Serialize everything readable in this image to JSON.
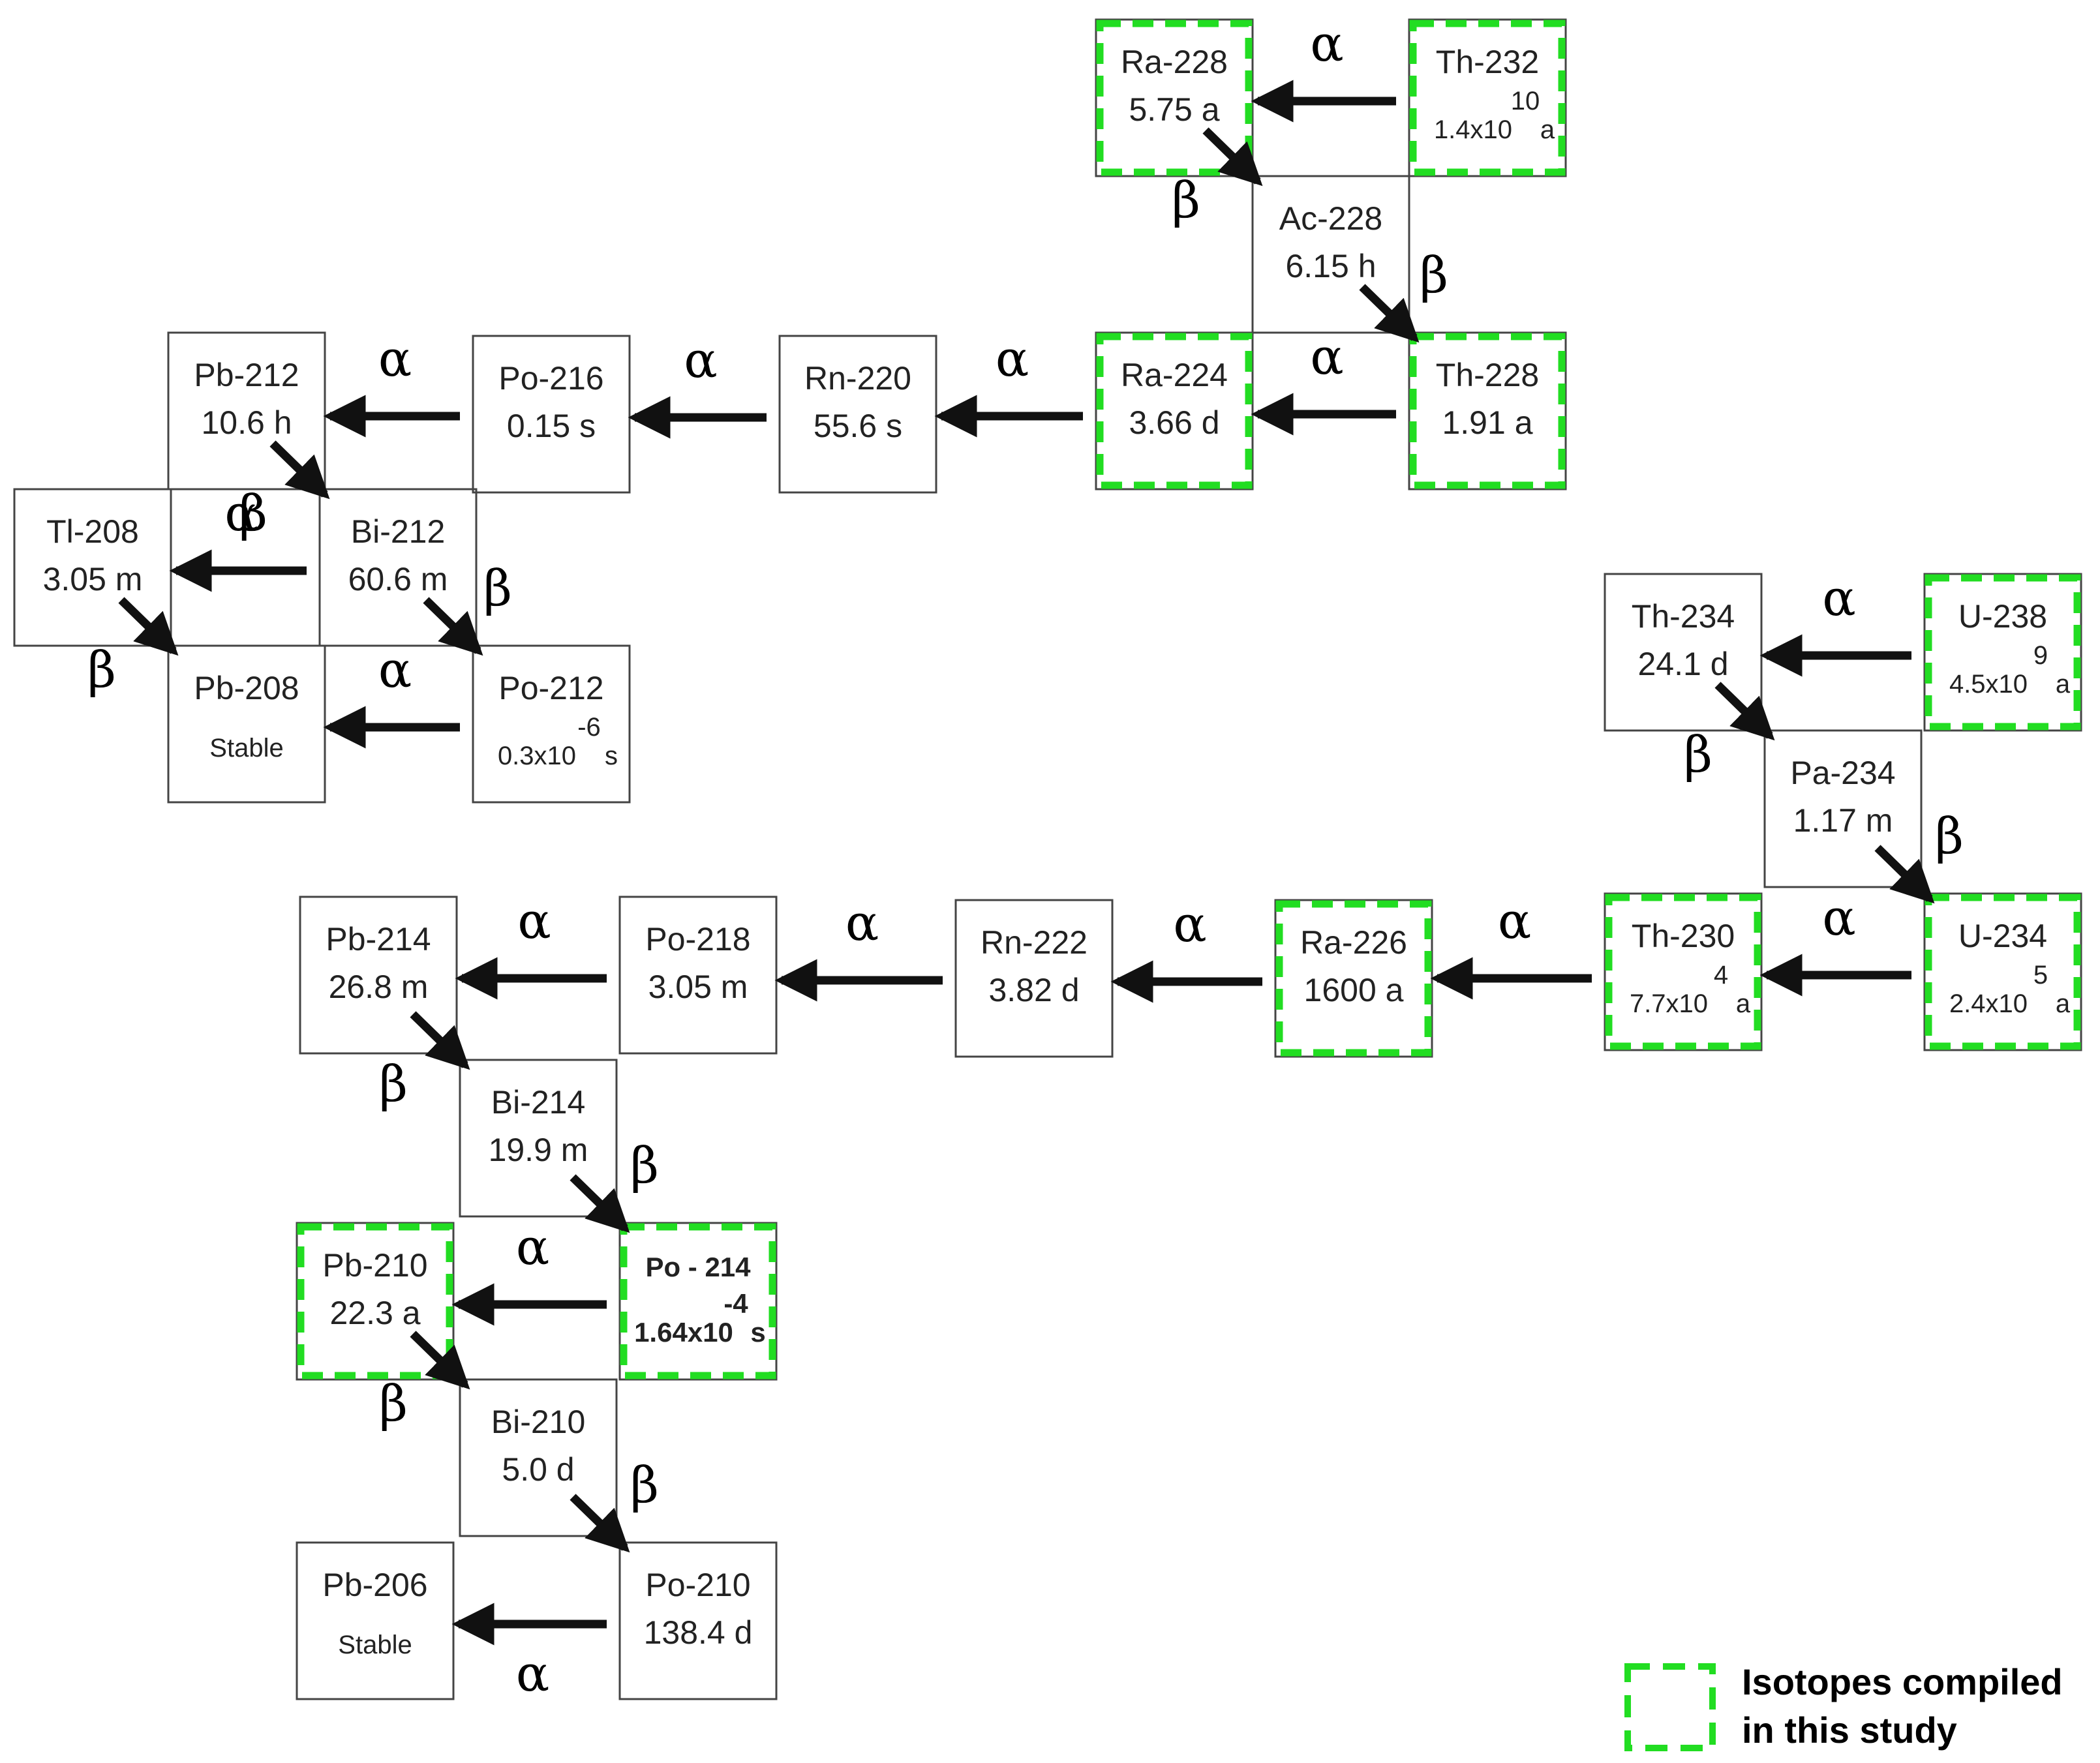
{
  "symbols": {
    "alpha": "α",
    "beta": "β"
  },
  "colors": {
    "compiled_border": "#22dd22",
    "box_border": "#444444",
    "arrow": "#111111"
  },
  "legend": {
    "line1": "Isotopes compiled",
    "line2": "in this study"
  },
  "thorium_series": {
    "isotopes": [
      {
        "id": "Th-232",
        "name": "Th-232",
        "half_life": "1.4x10",
        "exponent": "10",
        "unit": "a",
        "compiled": true
      },
      {
        "id": "Ra-228",
        "name": "Ra-228",
        "half_life": "5.75 a",
        "compiled": true
      },
      {
        "id": "Ac-228",
        "name": "Ac-228",
        "half_life": "6.15 h",
        "compiled": false
      },
      {
        "id": "Th-228",
        "name": "Th-228",
        "half_life": "1.91 a",
        "compiled": true
      },
      {
        "id": "Ra-224",
        "name": "Ra-224",
        "half_life": "3.66 d",
        "compiled": true
      },
      {
        "id": "Rn-220",
        "name": "Rn-220",
        "half_life": "55.6 s",
        "compiled": false
      },
      {
        "id": "Po-216",
        "name": "Po-216",
        "half_life": "0.15 s",
        "compiled": false
      },
      {
        "id": "Pb-212",
        "name": "Pb-212",
        "half_life": "10.6 h",
        "compiled": false
      },
      {
        "id": "Bi-212",
        "name": "Bi-212",
        "half_life": "60.6 m",
        "compiled": false
      },
      {
        "id": "Tl-208",
        "name": "Tl-208",
        "half_life": "3.05 m",
        "compiled": false
      },
      {
        "id": "Po-212",
        "name": "Po-212",
        "half_life": "0.3x10",
        "exponent": "-6",
        "unit": "s",
        "compiled": false
      },
      {
        "id": "Pb-208",
        "name": "Pb-208",
        "half_life": "Stable",
        "compiled": false
      }
    ],
    "decays": [
      {
        "from": "Th-232",
        "to": "Ra-228",
        "mode": "α"
      },
      {
        "from": "Ra-228",
        "to": "Ac-228",
        "mode": "β"
      },
      {
        "from": "Ac-228",
        "to": "Th-228",
        "mode": "β"
      },
      {
        "from": "Th-228",
        "to": "Ra-224",
        "mode": "α"
      },
      {
        "from": "Ra-224",
        "to": "Rn-220",
        "mode": "α"
      },
      {
        "from": "Rn-220",
        "to": "Po-216",
        "mode": "α"
      },
      {
        "from": "Po-216",
        "to": "Pb-212",
        "mode": "α"
      },
      {
        "from": "Pb-212",
        "to": "Bi-212",
        "mode": "β"
      },
      {
        "from": "Bi-212",
        "to": "Tl-208",
        "mode": "α"
      },
      {
        "from": "Bi-212",
        "to": "Po-212",
        "mode": "β"
      },
      {
        "from": "Tl-208",
        "to": "Pb-208",
        "mode": "β"
      },
      {
        "from": "Po-212",
        "to": "Pb-208",
        "mode": "α"
      }
    ]
  },
  "uranium_series": {
    "isotopes": [
      {
        "id": "U-238",
        "name": "U-238",
        "half_life": "4.5x10",
        "exponent": "9",
        "unit": "a",
        "compiled": true
      },
      {
        "id": "Th-234",
        "name": "Th-234",
        "half_life": "24.1 d",
        "compiled": false
      },
      {
        "id": "Pa-234",
        "name": "Pa-234",
        "half_life": "1.17 m",
        "compiled": false
      },
      {
        "id": "U-234",
        "name": "U-234",
        "half_life": "2.4x10",
        "exponent": "5",
        "unit": "a",
        "compiled": true
      },
      {
        "id": "Th-230",
        "name": "Th-230",
        "half_life": "7.7x10",
        "exponent": "4",
        "unit": "a",
        "compiled": true
      },
      {
        "id": "Ra-226",
        "name": "Ra-226",
        "half_life": "1600 a",
        "compiled": true
      },
      {
        "id": "Rn-222",
        "name": "Rn-222",
        "half_life": "3.82 d",
        "compiled": false
      },
      {
        "id": "Po-218",
        "name": "Po-218",
        "half_life": "3.05 m",
        "compiled": false
      },
      {
        "id": "Pb-214",
        "name": "Pb-214",
        "half_life": "26.8 m",
        "compiled": false
      },
      {
        "id": "Bi-214",
        "name": "Bi-214",
        "half_life": "19.9 m",
        "compiled": false
      },
      {
        "id": "Po-214",
        "name": "Po - 214",
        "half_life": "1.64x10",
        "exponent": "-4",
        "unit": "s",
        "compiled": true
      },
      {
        "id": "Pb-210",
        "name": "Pb-210",
        "half_life": "22.3 a",
        "compiled": true
      },
      {
        "id": "Bi-210",
        "name": "Bi-210",
        "half_life": "5.0 d",
        "compiled": false
      },
      {
        "id": "Po-210",
        "name": "Po-210",
        "half_life": "138.4 d",
        "compiled": false
      },
      {
        "id": "Pb-206",
        "name": "Pb-206",
        "half_life": "Stable",
        "compiled": false
      }
    ],
    "decays": [
      {
        "from": "U-238",
        "to": "Th-234",
        "mode": "α"
      },
      {
        "from": "Th-234",
        "to": "Pa-234",
        "mode": "β"
      },
      {
        "from": "Pa-234",
        "to": "U-234",
        "mode": "β"
      },
      {
        "from": "U-234",
        "to": "Th-230",
        "mode": "α"
      },
      {
        "from": "Th-230",
        "to": "Ra-226",
        "mode": "α"
      },
      {
        "from": "Ra-226",
        "to": "Rn-222",
        "mode": "α"
      },
      {
        "from": "Rn-222",
        "to": "Po-218",
        "mode": "α"
      },
      {
        "from": "Po-218",
        "to": "Pb-214",
        "mode": "α"
      },
      {
        "from": "Pb-214",
        "to": "Bi-214",
        "mode": "β"
      },
      {
        "from": "Bi-214",
        "to": "Po-214",
        "mode": "β"
      },
      {
        "from": "Po-214",
        "to": "Pb-210",
        "mode": "α"
      },
      {
        "from": "Pb-210",
        "to": "Bi-210",
        "mode": "β"
      },
      {
        "from": "Bi-210",
        "to": "Po-210",
        "mode": "β"
      },
      {
        "from": "Po-210",
        "to": "Pb-206",
        "mode": "α"
      }
    ]
  }
}
